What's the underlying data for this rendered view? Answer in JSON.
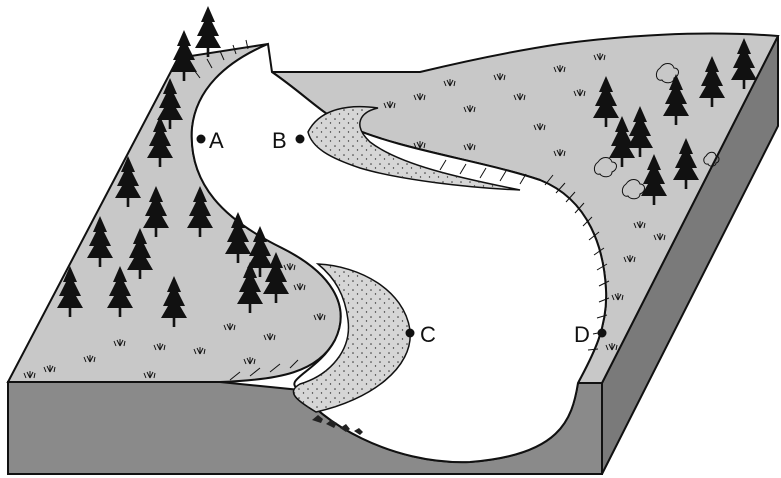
{
  "points": [
    {
      "id": "a",
      "label": "A"
    },
    {
      "id": "b",
      "label": "B"
    },
    {
      "id": "c",
      "label": "C"
    },
    {
      "id": "d",
      "label": "D"
    }
  ],
  "colors": {
    "land": "#c8c8c8",
    "side": "#888888",
    "water": "#ffffff",
    "sand": "#d6d6d6",
    "outline": "#111111",
    "tree": "#111111"
  }
}
